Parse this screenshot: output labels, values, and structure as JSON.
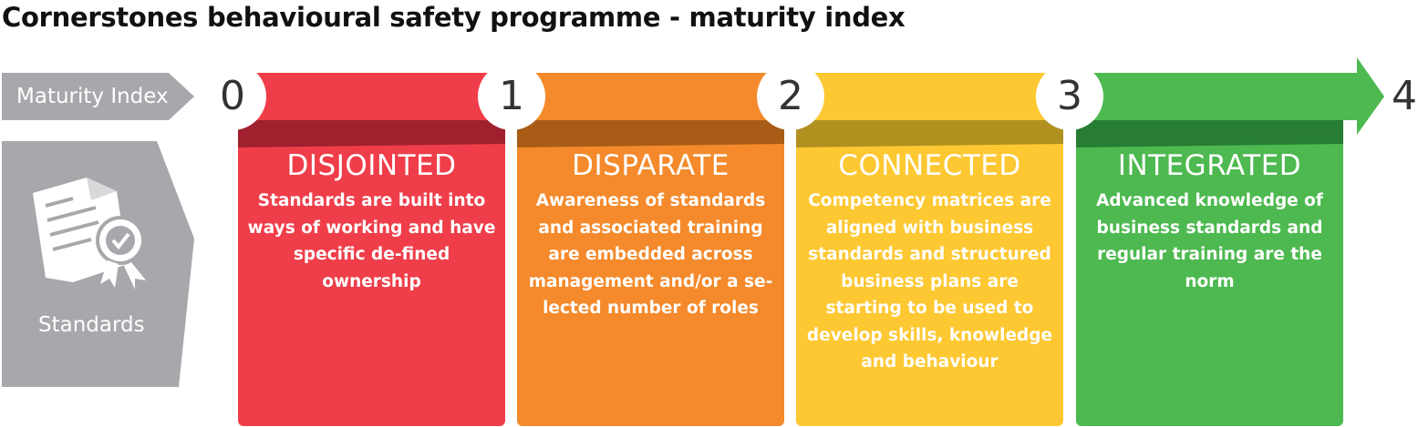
{
  "title": "Cornerstones behavioural safety programme - maturity index",
  "row_labels": {
    "maturity_index": "Maturity Index",
    "standards": "Standards"
  },
  "levels": [
    "0",
    "1",
    "2",
    "3",
    "4"
  ],
  "stages": [
    {
      "name": "DISJOINTED",
      "description": "Standards are built into ways of working and have specific de-fined ownership",
      "color": "#ef3e4a",
      "dark": "#a1202e"
    },
    {
      "name": "DISPARATE",
      "description": "Awareness of standards and associated training are embedded across management and/or a se-lected number of roles",
      "color": "#f48a2b",
      "dark": "#a85c16"
    },
    {
      "name": "CONNECTED",
      "description": "Competency matrices are aligned with business standards and structured business plans are starting to be used to develop skills, knowledge and behaviour",
      "color": "#fec832",
      "dark": "#b0901f"
    },
    {
      "name": "INTEGRATED",
      "description": "Advanced knowledge of business standards and regular training are the norm",
      "color": "#4db950",
      "dark": "#267d33"
    }
  ]
}
